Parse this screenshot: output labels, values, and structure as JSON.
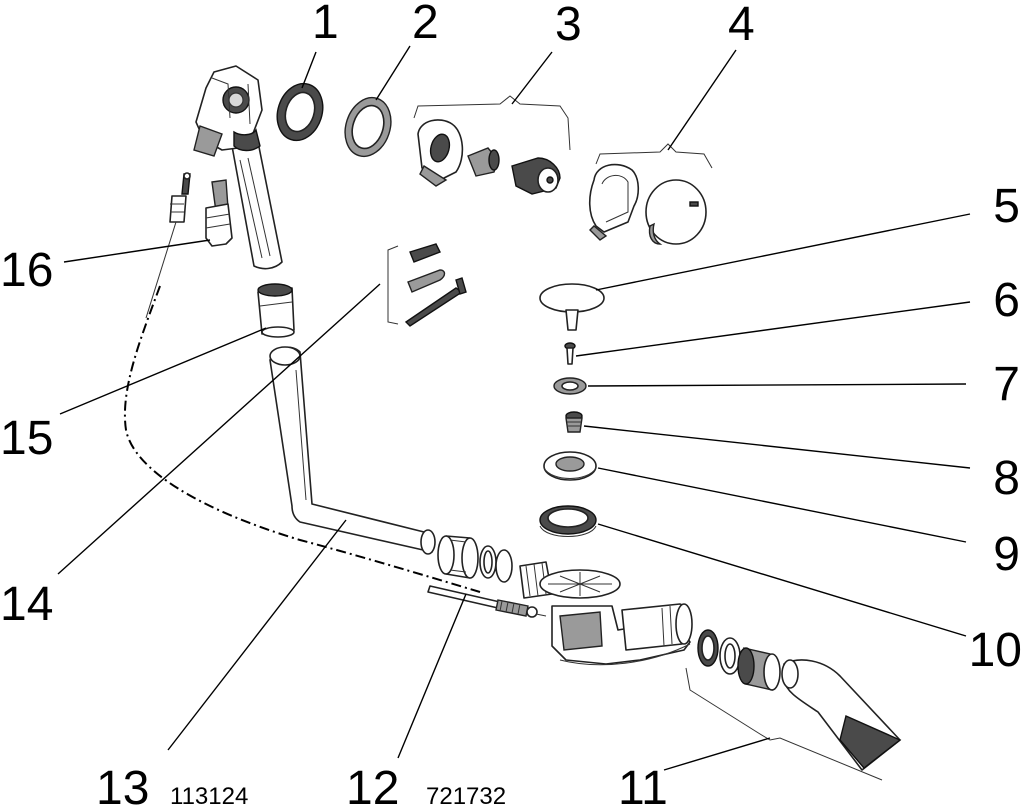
{
  "callouts": {
    "c1": "1",
    "c2": "2",
    "c3": "3",
    "c4": "4",
    "c5": "5",
    "c6": "6",
    "c7": "7",
    "c8": "8",
    "c9": "9",
    "c10": "10",
    "c11": "11",
    "c12": "12",
    "c13": "13",
    "c14": "14",
    "c15": "15",
    "c16": "16"
  },
  "part_codes": {
    "p12": "721732",
    "p13": "113124"
  },
  "colors": {
    "line": "#000000",
    "shade": "#9a9a9a",
    "dark": "#4a4a4a",
    "background": "#ffffff"
  }
}
